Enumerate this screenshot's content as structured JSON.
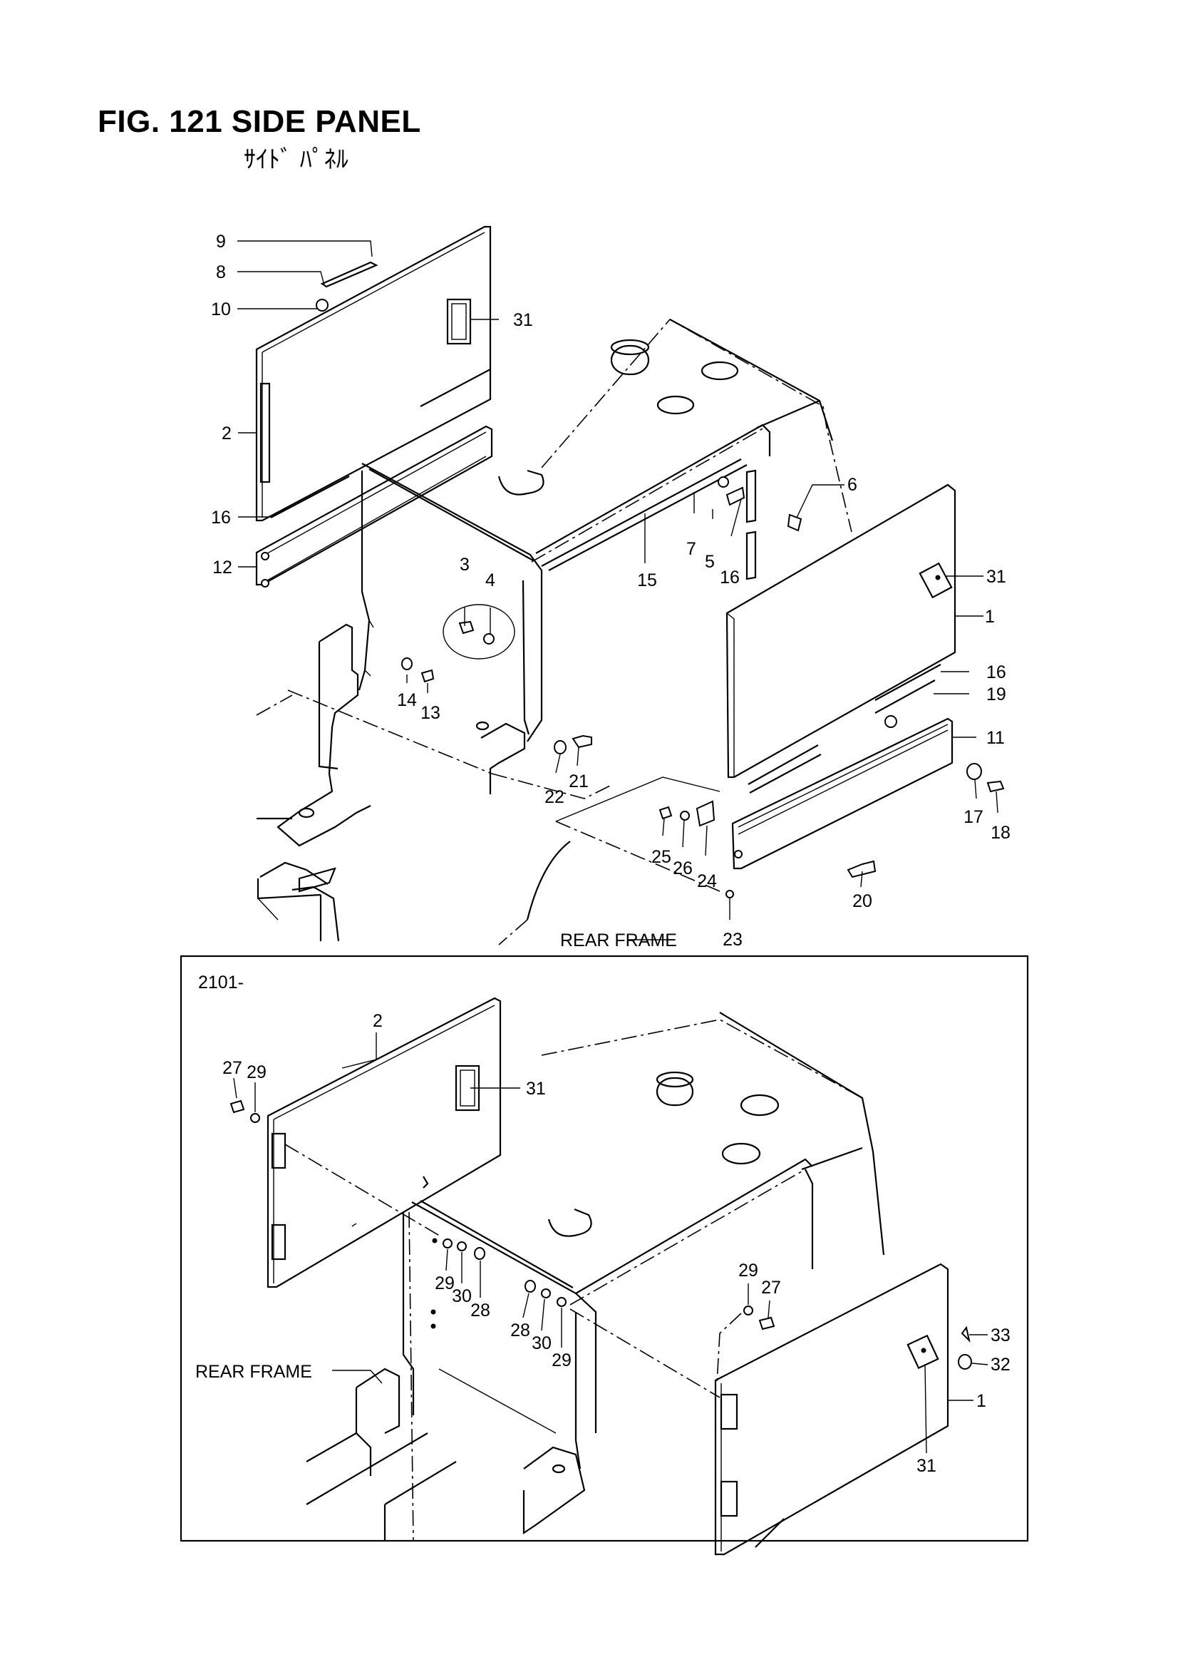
{
  "figure": {
    "title": "FIG. 121     SIDE PANEL",
    "subtitle": "ｻｲﾄﾞ ﾊﾟﾈﾙ"
  },
  "upper_view": {
    "callouts": [
      "9",
      "8",
      "10",
      "31",
      "2",
      "16",
      "12",
      "3",
      "4",
      "14",
      "13",
      "15",
      "7",
      "5",
      "16",
      "6",
      "31",
      "1",
      "16",
      "19",
      "11",
      "22",
      "21",
      "25",
      "26",
      "24",
      "17",
      "18",
      "20",
      "23"
    ],
    "rear_frame_label": "REAR FRAME"
  },
  "lower_view": {
    "serial_label": "2101-",
    "callouts": [
      "2",
      "27",
      "29",
      "31",
      "29",
      "30",
      "28",
      "28",
      "30",
      "29",
      "29",
      "27",
      "33",
      "32",
      "1",
      "31"
    ],
    "rear_frame_label": "REAR FRAME"
  }
}
